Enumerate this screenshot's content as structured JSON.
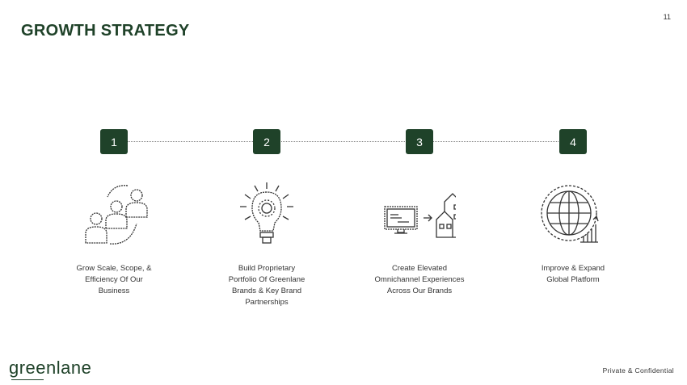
{
  "page_number": "11",
  "title": "GROWTH STRATEGY",
  "steps": [
    {
      "number": "1",
      "label_lines": [
        "Grow Scale, Scope, &",
        "Efficiency Of Our",
        "Business"
      ],
      "icon": "people-cycle-icon"
    },
    {
      "number": "2",
      "label_lines": [
        "Build Proprietary",
        "Portfolio Of Greenlane",
        "Brands & Key Brand",
        "Partnerships"
      ],
      "icon": "lightbulb-icon"
    },
    {
      "number": "3",
      "label_lines": [
        "Create Elevated",
        "Omnichannel Experiences",
        "Across Our Brands"
      ],
      "icon": "computer-to-store-icon"
    },
    {
      "number": "4",
      "label_lines": [
        "Improve & Expand",
        "Global Platform"
      ],
      "icon": "globe-growth-icon"
    }
  ],
  "footer": {
    "logo": "greenlane",
    "confidential": "Private & Confidential"
  },
  "colors": {
    "accent": "#1f4229"
  }
}
